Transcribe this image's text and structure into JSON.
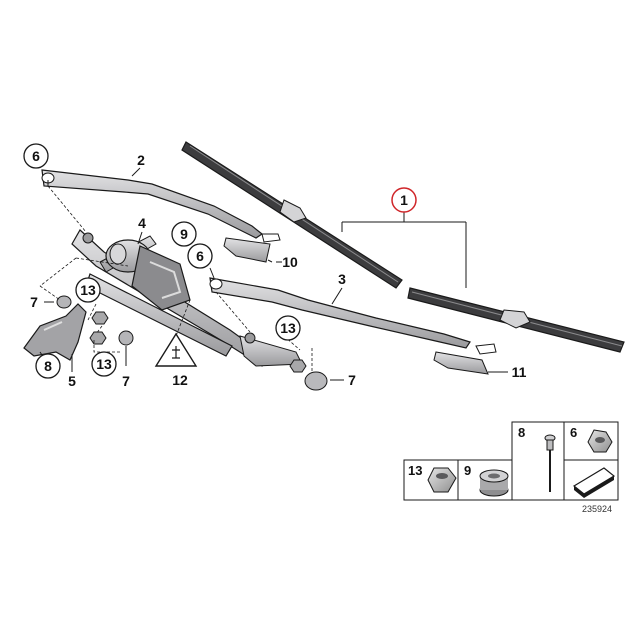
{
  "colors": {
    "highlight": "#d0262a",
    "part_fill": "#c7c7c9",
    "part_dark": "#58585a",
    "outline": "#1a1a1a"
  },
  "callouts": {
    "c1": "1",
    "c2": "2",
    "c3": "3",
    "c4": "4",
    "c5": "5",
    "c6a": "6",
    "c6b": "6",
    "c7a": "7",
    "c7b": "7",
    "c7c": "7",
    "c8": "8",
    "c9": "9",
    "c10": "10",
    "c11": "11",
    "c12": "12",
    "c13a": "13",
    "c13b": "13",
    "c13c": "13"
  },
  "parts_table": {
    "cell_8": "8",
    "cell_6": "6",
    "cell_13": "13",
    "cell_9": "9"
  },
  "reference_id": "235924",
  "icons": [
    "wiper-blade-icon",
    "wiper-arm-icon",
    "wiper-motor-icon",
    "linkage-icon",
    "bracket-icon",
    "nut-icon",
    "rubber-buffer-icon",
    "rivet-icon",
    "cover-cap-icon",
    "electrical-warning-icon",
    "torque-pad-icon"
  ]
}
